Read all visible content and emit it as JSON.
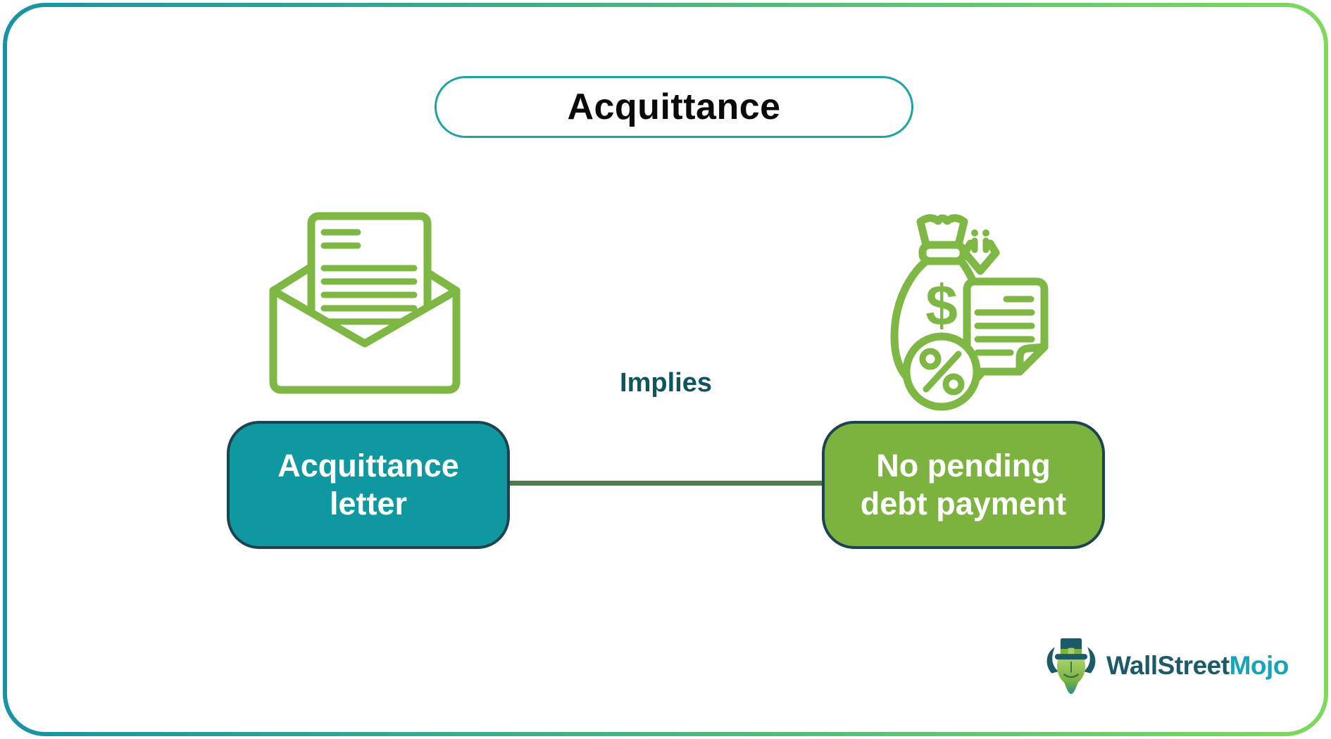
{
  "title": "Acquittance",
  "diagram": {
    "left_node": {
      "label": "Acquittance letter",
      "label_lines": [
        "Acquittance",
        "letter"
      ],
      "icon": "open-envelope-with-letter"
    },
    "relation": "Implies",
    "right_node": {
      "label": "No pending debt payment",
      "label_lines": [
        "No pending",
        "debt payment"
      ],
      "icon": "money-bag-document-percent"
    }
  },
  "logo": {
    "icon": "bull-with-top-hat",
    "text_primary": "WallStreet",
    "text_secondary": "Mojo"
  },
  "theme": {
    "frame_gradient_start": "#1793A6",
    "frame_gradient_end": "#7ED95C",
    "pill_border": "#1FA2A2",
    "title_text": "#0A0A0A",
    "icon_green": "#7EB743",
    "teal_box_bg": "#0F98A0",
    "green_box_bg": "#7CB23E",
    "box_border": "#1C4450",
    "box_text": "#FFFFFF",
    "connector": "#4F7C4B",
    "implies_text": "#0E5560",
    "logo_primary": "#1D5A68",
    "logo_secondary": "#17A3B8"
  }
}
